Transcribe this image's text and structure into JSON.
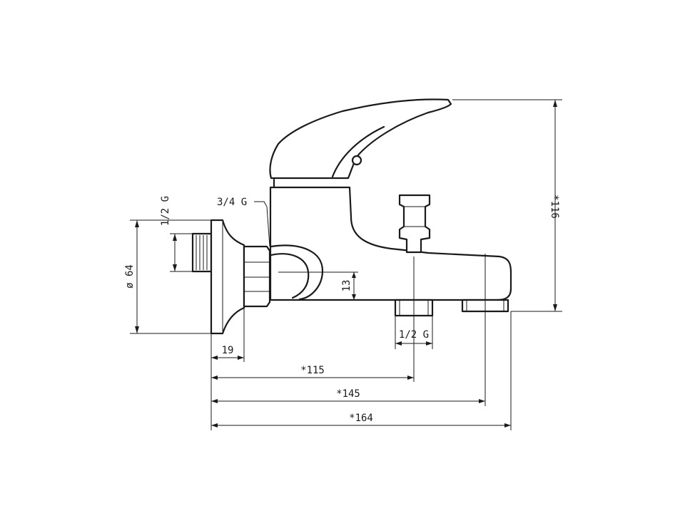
{
  "dimensions": {
    "wall_thread": "1/2 G",
    "nut_thread": "3/4 G",
    "flange_diameter": "ø 64",
    "offset_13": "13",
    "outlet_thread": "1/2 G",
    "wall_depth": "19",
    "to_outlet": "*115",
    "to_spout_outlet": "*145",
    "overall_length": "*164",
    "overall_height": "*116"
  }
}
